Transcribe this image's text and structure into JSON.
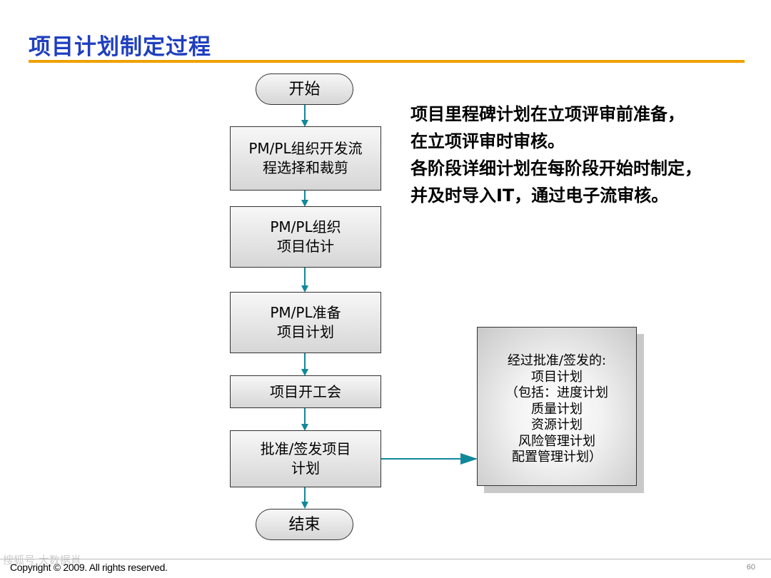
{
  "title": "项目计划制定过程",
  "flow": {
    "start": "开始",
    "step1": "PM/PL组织开发流\n程选择和裁剪",
    "step2": "PM/PL组织\n项目估计",
    "step3": "PM/PL准备\n项目计划",
    "step4": "项目开工会",
    "step5": "批准/签发项目\n计划",
    "end": "结束"
  },
  "note": {
    "line1": "项目里程碑计划在立项评审前准备，",
    "line2": "在立项评审时审核。",
    "line3": "各阶段详细计划在每阶段开始时制定，",
    "line4": "并及时导入IT，通过电子流审核。"
  },
  "result": {
    "line1": "经过批准/签发的:",
    "line2": "项目计划",
    "line3": "（包括：进度计划",
    "line4": "质量计划",
    "line5": "资源计划",
    "line6": "风险管理计划",
    "line7": "配置管理计划）"
  },
  "footer": {
    "copyright": "Copyright © 2009. All rights reserved.",
    "page": "60",
    "watermark": "搜狐号 大数据肖"
  },
  "colors": {
    "title": "#1f3fbf",
    "rule": "#f0a000",
    "arrow": "#11889a"
  }
}
